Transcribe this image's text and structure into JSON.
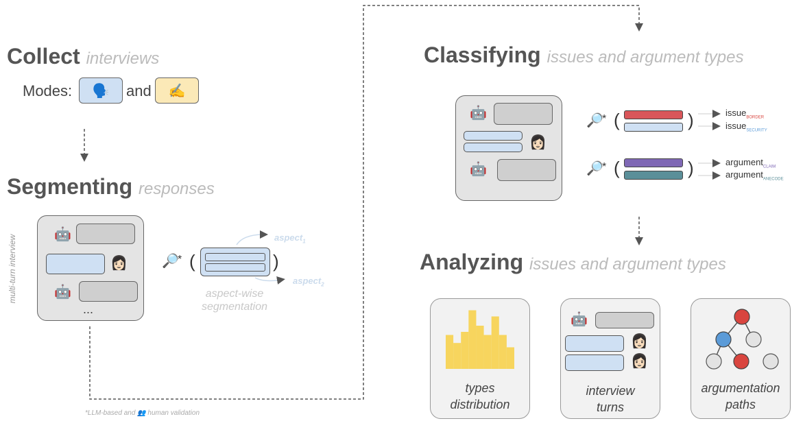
{
  "collect": {
    "title": "Collect",
    "subtitle": "interviews",
    "modes_label": "Modes:",
    "and_label": "and",
    "voice_icon": "🗣️",
    "write_icon": "✍️"
  },
  "segmenting": {
    "title": "Segmenting",
    "subtitle": "responses",
    "side_label": "multi-turn interview",
    "ellipsis": "...",
    "aspect1": "aspect",
    "aspect1_sub": "1",
    "aspect2": "aspect",
    "aspect2_sub": "2",
    "caption_line1": "aspect-wise",
    "caption_line2": "segmentation"
  },
  "classifying": {
    "title": "Classifying",
    "subtitle": "issues and argument types",
    "issue1": "issue",
    "issue1_sub": "BORDER",
    "issue2": "issue",
    "issue2_sub": "SECURITY",
    "arg1": "argument",
    "arg1_sub": "CLAIM",
    "arg2": "argument",
    "arg2_sub": "ANECODE"
  },
  "analyzing": {
    "title": "Analyzing",
    "subtitle": "issues and argument types",
    "card1_line1": "types",
    "card1_line2": "distribution",
    "card2_line1": "interview",
    "card2_line2": "turns",
    "card3_line1": "argumentation",
    "card3_line2": "paths"
  },
  "footnote": {
    "part1": "*LLM-based and",
    "part2": "human validation"
  },
  "symbols": {
    "magnifier": "🔎",
    "star": "*",
    "open_paren": "(",
    "close_paren": ")",
    "robot": "🤖",
    "woman": "👩🏻",
    "people": "👥"
  },
  "colors": {
    "red": "#d9565a",
    "blue": "#cfe0f3",
    "purple": "#7f68b5",
    "teal": "#5b8f99",
    "bars": "#f7d55e",
    "node_red": "#d9453f",
    "node_blue": "#5b9bd8"
  },
  "histogram": {
    "values": [
      0.55,
      0.42,
      0.6,
      0.95,
      0.7,
      0.55,
      0.85,
      0.55,
      0.35
    ]
  }
}
